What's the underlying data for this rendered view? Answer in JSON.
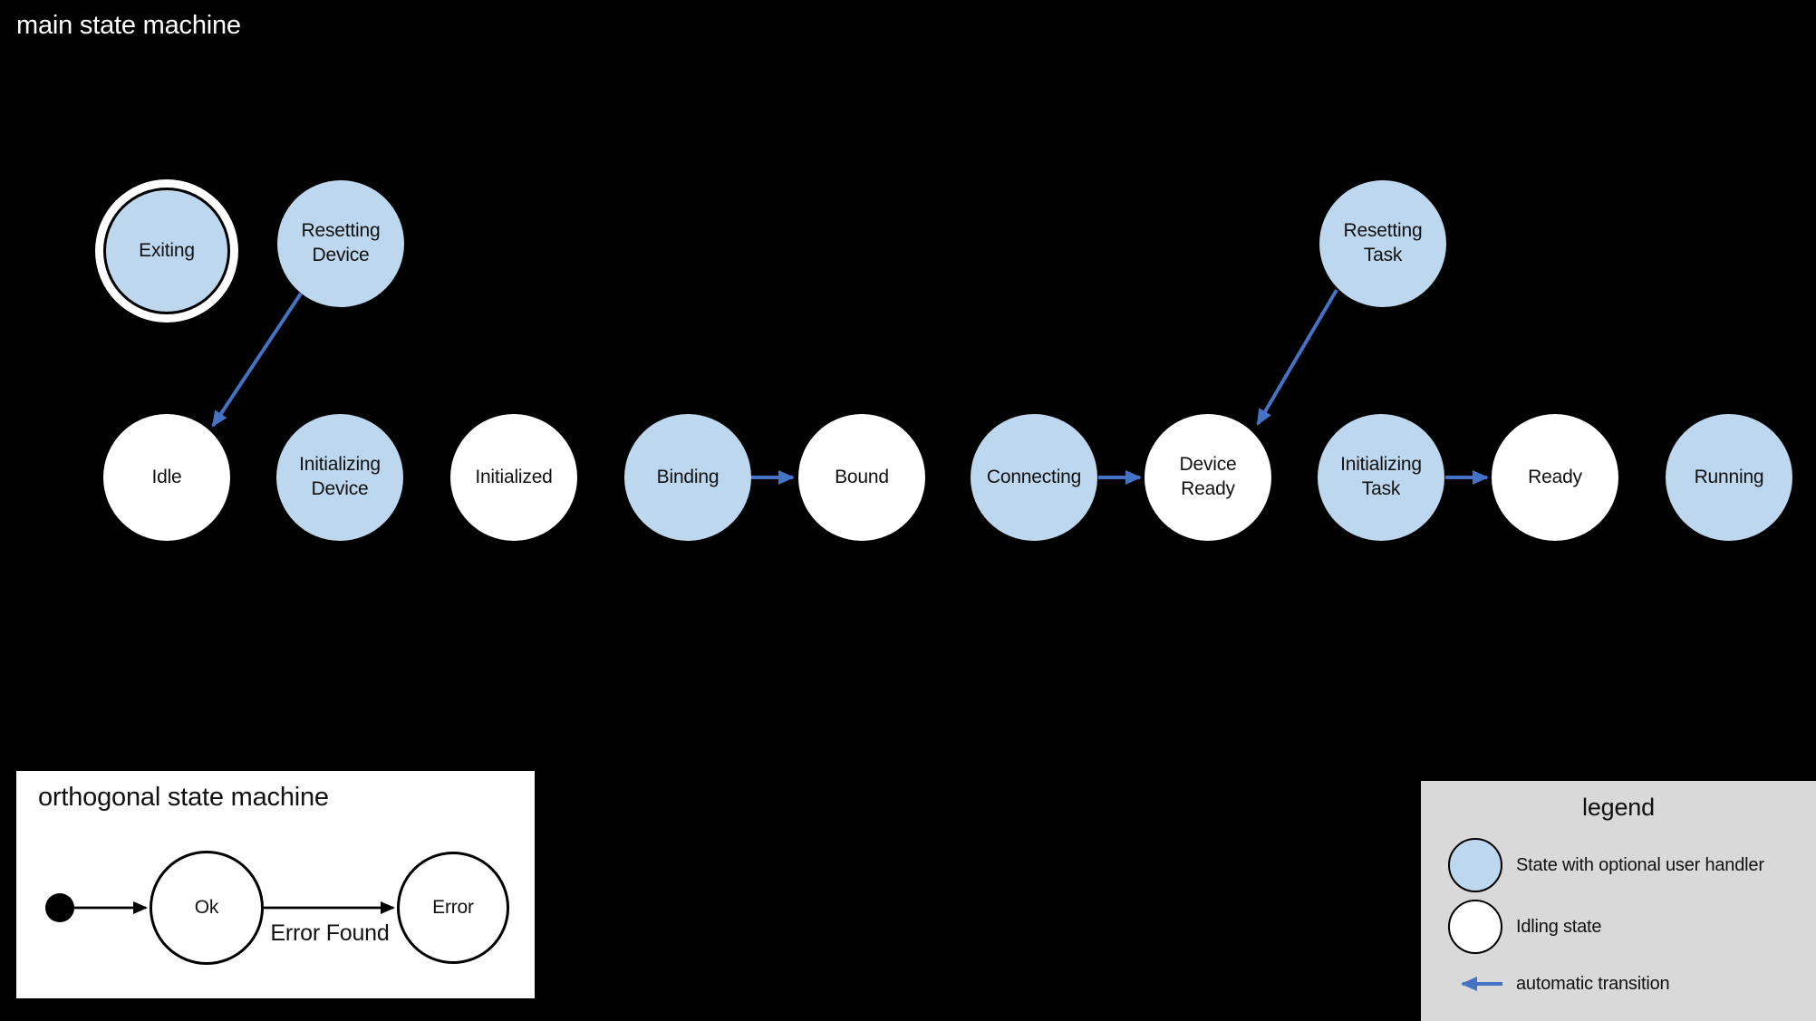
{
  "main_diagram": {
    "title": "main state machine",
    "states": [
      {
        "label": "Exiting",
        "type": "user-handler",
        "variant": "double-ring"
      },
      {
        "label": "Resetting Device",
        "type": "user-handler"
      },
      {
        "label": "Resetting Task",
        "type": "user-handler"
      },
      {
        "label": "Idle",
        "type": "idling"
      },
      {
        "label": "Initializing Device",
        "type": "user-handler"
      },
      {
        "label": "Initialized",
        "type": "idling"
      },
      {
        "label": "Binding",
        "type": "user-handler"
      },
      {
        "label": "Bound",
        "type": "idling"
      },
      {
        "label": "Connecting",
        "type": "user-handler"
      },
      {
        "label": "Device Ready",
        "type": "idling"
      },
      {
        "label": "Initializing Task",
        "type": "user-handler"
      },
      {
        "label": "Ready",
        "type": "idling"
      },
      {
        "label": "Running",
        "type": "user-handler"
      }
    ],
    "transitions": [
      {
        "from": "Resetting Device",
        "to": "Idle",
        "kind": "automatic"
      },
      {
        "from": "Binding",
        "to": "Bound",
        "kind": "automatic"
      },
      {
        "from": "Connecting",
        "to": "Device Ready",
        "kind": "automatic"
      },
      {
        "from": "Resetting Task",
        "to": "Device Ready",
        "kind": "automatic"
      },
      {
        "from": "Initializing Task",
        "to": "Ready",
        "kind": "automatic"
      }
    ]
  },
  "orthogonal_diagram": {
    "title": "orthogonal state machine",
    "states": [
      {
        "label": "Ok"
      },
      {
        "label": "Error"
      }
    ],
    "transitions": [
      {
        "from": "initial",
        "to": "Ok",
        "label": ""
      },
      {
        "from": "Ok",
        "to": "Error",
        "label": "Error Found"
      }
    ]
  },
  "legend": {
    "title": "legend",
    "items": [
      {
        "swatch": "state-with-user-handler-circle",
        "label": "State with optional user handler"
      },
      {
        "swatch": "idling-state-circle",
        "label": "Idling state"
      },
      {
        "swatch": "automatic-transition-arrow",
        "label": "automatic transition"
      }
    ]
  },
  "colors": {
    "canvas_background": "#000000",
    "state_user_handler_fill": "#bdd7ee",
    "state_idling_fill": "#ffffff",
    "automatic_transition": "#4472c4",
    "legend_background": "#d9d9d9"
  }
}
